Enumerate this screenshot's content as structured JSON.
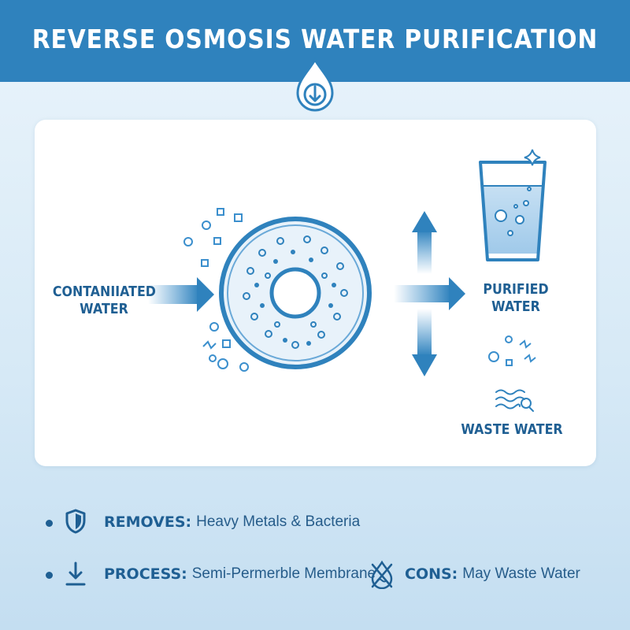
{
  "title": "REVERSE OSMOSIS WATER PURIFICATION",
  "diagram": {
    "input_label": "CONTANIIATED\nWATER",
    "output_label": "PURIFIED\nWATER",
    "waste_label": "WASTE WATER"
  },
  "features": [
    {
      "key": "REMOVES:",
      "value": "Heavy Metals & Bacteria",
      "icon": "shield-icon"
    },
    {
      "key": "PROCESS:",
      "value": "Semi-Permerble Membrane",
      "icon": "down-arrow-icon"
    },
    {
      "key": "CONS:",
      "value": "May Waste Water",
      "icon": "no-water-icon"
    }
  ],
  "colors": {
    "header": "#2f82bd",
    "primary": "#1f5f93",
    "accent": "#3b8fcd"
  }
}
